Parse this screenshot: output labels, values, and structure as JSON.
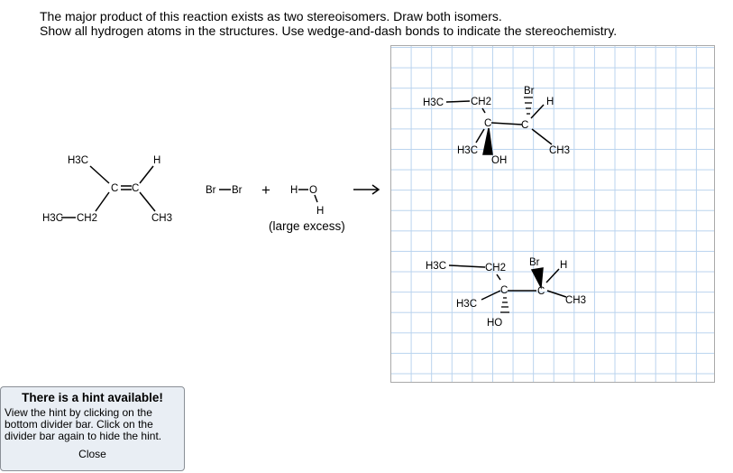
{
  "question": {
    "line1": "The major product of this reaction exists as two stereoisomers. Draw both isomers.",
    "line2": "Show all hydrogen atoms in the structures. Use wedge-and-dash bonds to indicate the stereochemistry."
  },
  "reactant": {
    "h3c_top": "H3C",
    "h_top": "H",
    "c1": "C",
    "c2": "C",
    "h3c_left": "H3C",
    "ch2": "CH2",
    "ch3": "CH3"
  },
  "reagents": {
    "br1": "Br",
    "br2": "Br",
    "plus": "+",
    "h": "H",
    "o": "O",
    "h2": "H",
    "note": "(large excess)",
    "arrow": "→"
  },
  "product1": {
    "h3c": "H3C",
    "ch2": "CH2",
    "c_a": "C",
    "c_b": "C",
    "br": "Br",
    "h": "H",
    "h3c_low": "H3C",
    "oh": "OH",
    "ch3": "CH3"
  },
  "product2": {
    "h3c": "H3C",
    "ch2": "CH2",
    "c_a": "C",
    "c_b": "C",
    "br": "Br",
    "h": "H",
    "h3c_low": "H3C",
    "ho": "HO",
    "ch3": "CH3"
  },
  "hint": {
    "title": "There is a hint available!",
    "body": "View the hint by clicking on the bottom divider bar. Click on the divider bar again to hide the hint.",
    "close": "Close"
  }
}
